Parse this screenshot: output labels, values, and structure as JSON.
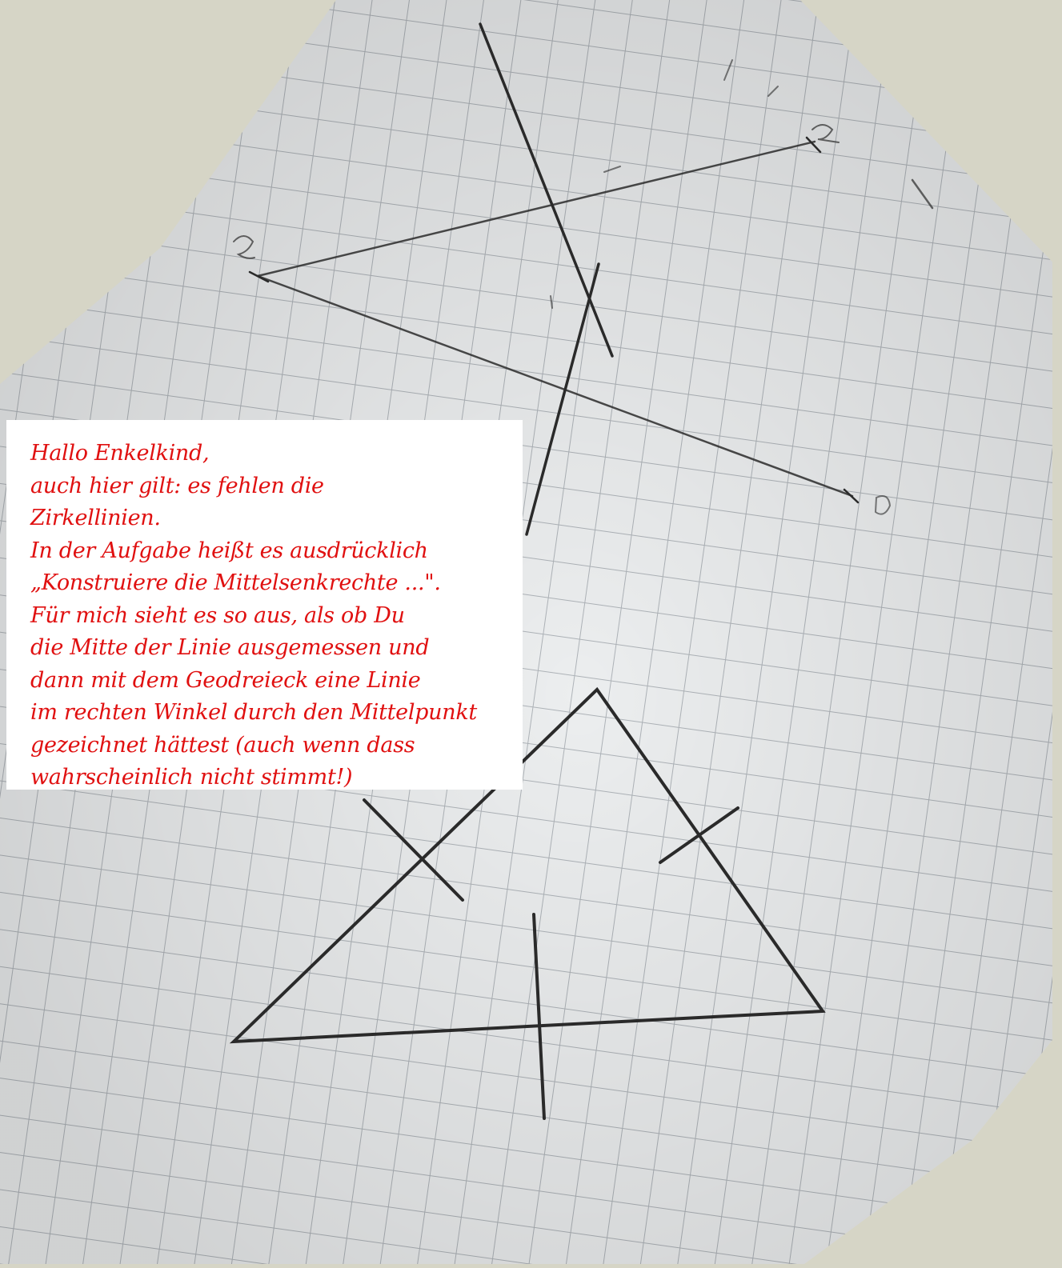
{
  "comment": {
    "lines": [
      "Hallo Enkelkind,",
      "auch hier gilt: es fehlen die",
      "Zirkellinien.",
      "In der Aufgabe heißt es ausdrücklich",
      "„Konstruiere die Mittelsenkrechte ...\".",
      "Für mich sieht es so aus, als ob Du",
      "die Mitte der Linie ausgemessen und",
      "dann mit dem Geodreieck eine Linie",
      "im rechten Winkel durch den Mittelpunkt",
      "gezeichnet hättest (auch wenn dass",
      "wahrscheinlich nicht stimmt!)"
    ],
    "color": "#e01010"
  },
  "colors": {
    "background": "#d6d5c6",
    "paper": "#eceeef",
    "grid": "#aeb3b8",
    "pencil": "#2a2a2a"
  },
  "photo": {
    "subject": "grid-paper-with-pencil-constructions"
  }
}
